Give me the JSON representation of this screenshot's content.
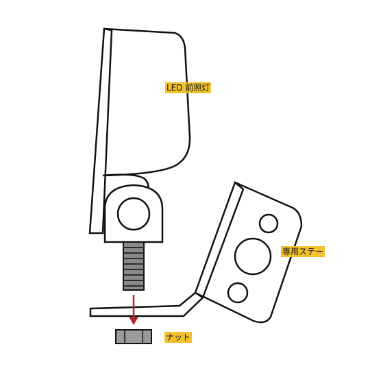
{
  "labels": {
    "led_light": "LED 前照灯",
    "bracket": "専用ステー",
    "nut": "ナット"
  },
  "colors": {
    "highlight": "#f2c12e",
    "outline": "#111111",
    "lamp_fill": "#ffffff",
    "bracket_fill": "#ffffff",
    "bolt_fill": "#8a8a8a",
    "nut_fill": "#9a9a9a",
    "arrow": "#b3262d"
  },
  "icons": {
    "arrow": "down-arrow-icon"
  }
}
